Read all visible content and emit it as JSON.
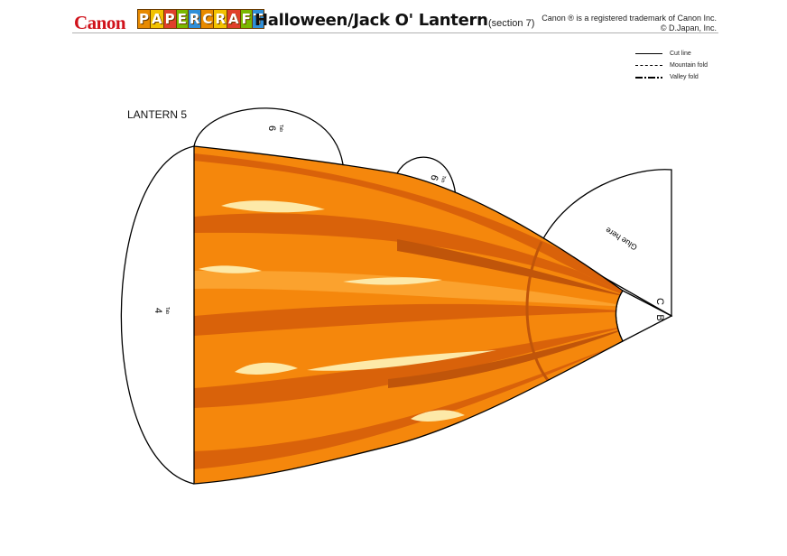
{
  "header": {
    "brand": "Canon",
    "papercraft": [
      "P",
      "A",
      "P",
      "E",
      "R",
      "C",
      "R",
      "A",
      "F",
      "T"
    ],
    "papercraft_colors": [
      "#e88a00",
      "#f2c200",
      "#e0402a",
      "#7ab800",
      "#2f8fd8",
      "#e88a00",
      "#f2c200",
      "#e0402a",
      "#7ab800",
      "#2f8fd8"
    ],
    "title": "Halloween/Jack O' Lantern",
    "section": "(section 7)",
    "trademark_line1": "Canon ® is a registered trademark of Canon Inc.",
    "trademark_line2": "© D.Japan, Inc."
  },
  "legend": {
    "cut": "Cut line",
    "mountain": "Mountain fold",
    "valley": "Valley fold"
  },
  "piece": {
    "label": "LANTERN 5",
    "tab_left_number": "4",
    "tab_top_number": "6",
    "tab_small_number": "6",
    "tab_word": "Tab",
    "glue": "Glue here",
    "corner_c": "C",
    "corner_b": "B"
  },
  "colors": {
    "orange": "#f5870c",
    "orange_light": "#fba22e",
    "stripe": "#d9620a",
    "highlight": "#fde9a8",
    "brand_red": "#d0121b"
  }
}
